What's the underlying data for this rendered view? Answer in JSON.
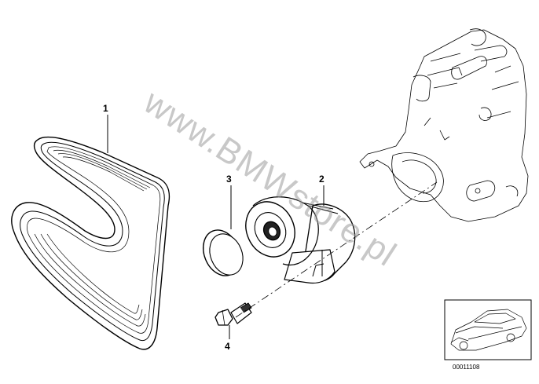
{
  "diagram": {
    "watermark": "www.BMWstore.pl",
    "reference_number": "00011108",
    "parts": [
      {
        "number": "1",
        "name": "ribbed-v-belt"
      },
      {
        "number": "2",
        "name": "belt-tensioner"
      },
      {
        "number": "3",
        "name": "cap"
      },
      {
        "number": "4",
        "name": "hex-bolt"
      }
    ]
  }
}
